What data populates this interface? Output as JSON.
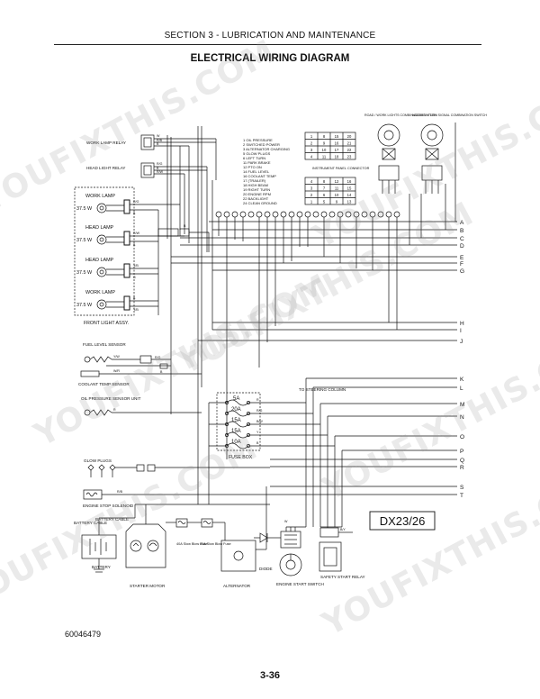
{
  "header": {
    "section": "SECTION 3 - LUBRICATION AND MAINTENANCE"
  },
  "title": "ELECTRICAL WIRING DIAGRAM",
  "model": "DX23/26",
  "doc_number": "60046479",
  "page_number": "3-36",
  "watermark": "YOUFIXTHIS.COM",
  "components": {
    "work_lamp_relay": "WORK LAMP RELAY",
    "head_light_relay": "HEAD LIGHT RELAY",
    "road_work_lights_switch": "ROAD / WORK LIGHTS COMBINATION SWITCH",
    "hazard_turn_switch": "HAZARD / TURN SIGNAL COMBINATION SWITCH",
    "instrument_panel_connector": "INSTRUMENT PANEL CONNECTOR",
    "front_light_assy": "FRONT LIGHT ASSY.",
    "work_lamp": "WORK LAMP",
    "head_lamp": "HEAD LAMP",
    "lamp_watt": "37.5 W",
    "fuel_level_sensor": "FUEL LEVEL SENSOR",
    "coolant_temp_sensor": "COOLANT TEMP SENSOR",
    "oil_pressure_sensor": "OIL PRESSURE SENSOR UNIT",
    "to_steering_column": "TO STEERING COLUMN",
    "fuse_box": "FUSE BOX",
    "glow_plugs": "GLOW PLUGS",
    "engine_stop_solenoid": "ENGINE STOP SOLENOID",
    "battery_cable_1": "BATTERY CABLE",
    "battery_cable_2": "BATTERY CABLE",
    "battery": "BATTERY",
    "starter_motor": "STARTER MOTOR",
    "slow_blow_fuse_1": "40A Slow Blow Fuse",
    "slow_blow_fuse_2": "40A Slow Blow Fuse",
    "alternator": "ALTERNATOR",
    "diode": "DIODE",
    "engine_start_switch": "ENGINE START SWITCH",
    "safety_start_relay": "SAFETY START RELAY"
  },
  "fuses": [
    "5A",
    "20A",
    "15A",
    "15A",
    "10A"
  ],
  "pin_legend": [
    "1  OIL PRESSURE",
    "2  SWITCHED POWER",
    "3  ALTERNATOR CHARGING",
    "5  GLOW PLUGS",
    "6  LEFT TURN",
    "11  PARK BRAKE",
    "12  PTO ON",
    "14  FUEL LEVEL",
    "16  COOLANT TEMP",
    "17  (TRAILER)",
    "18  HIGH BEAM",
    "19  RIGHT TURN",
    "20  ENGINE RPM",
    "22  BACKLIGHT",
    "24  CLEAN GROUND"
  ],
  "connector_pins": {
    "upper": [
      [
        "1",
        "8",
        "15",
        "20"
      ],
      [
        "2",
        "9",
        "16",
        "21"
      ],
      [
        "3",
        "10",
        "17",
        "22"
      ],
      [
        "4",
        "11",
        "18",
        "23"
      ]
    ],
    "lower": [
      [
        "4",
        "8",
        "12",
        "16"
      ],
      [
        "3",
        "7",
        "11",
        "15"
      ],
      [
        "2",
        "6",
        "10",
        "14"
      ],
      [
        "1",
        "5",
        "9",
        "13"
      ]
    ]
  },
  "terminal_letters": [
    "A",
    "B",
    "C",
    "D",
    "E",
    "F",
    "G",
    "H",
    "I",
    "J",
    "K",
    "L",
    "M",
    "N",
    "O",
    "P",
    "Q",
    "R",
    "S",
    "T"
  ],
  "wire_codes": {
    "w1": "W",
    "w2": "R/B",
    "w3": "B",
    "w4": "R/G",
    "w5": "B",
    "w6": "R/W",
    "w7": "R/G",
    "w8": "B",
    "w9": "R/W",
    "w10": "B",
    "w11": "Y/B",
    "w12": "G",
    "w13": "B",
    "w14": "Y/B",
    "w15": "B",
    "w16": "Y/W",
    "w17": "R/G",
    "w18": "W/R",
    "w19": "B",
    "w20": "R",
    "w21": "R",
    "w22": "R/G",
    "w23": "B/W",
    "w24": "Y",
    "w25": "B",
    "w26": "R/B",
    "w27": "W",
    "w28": "B/Y"
  }
}
